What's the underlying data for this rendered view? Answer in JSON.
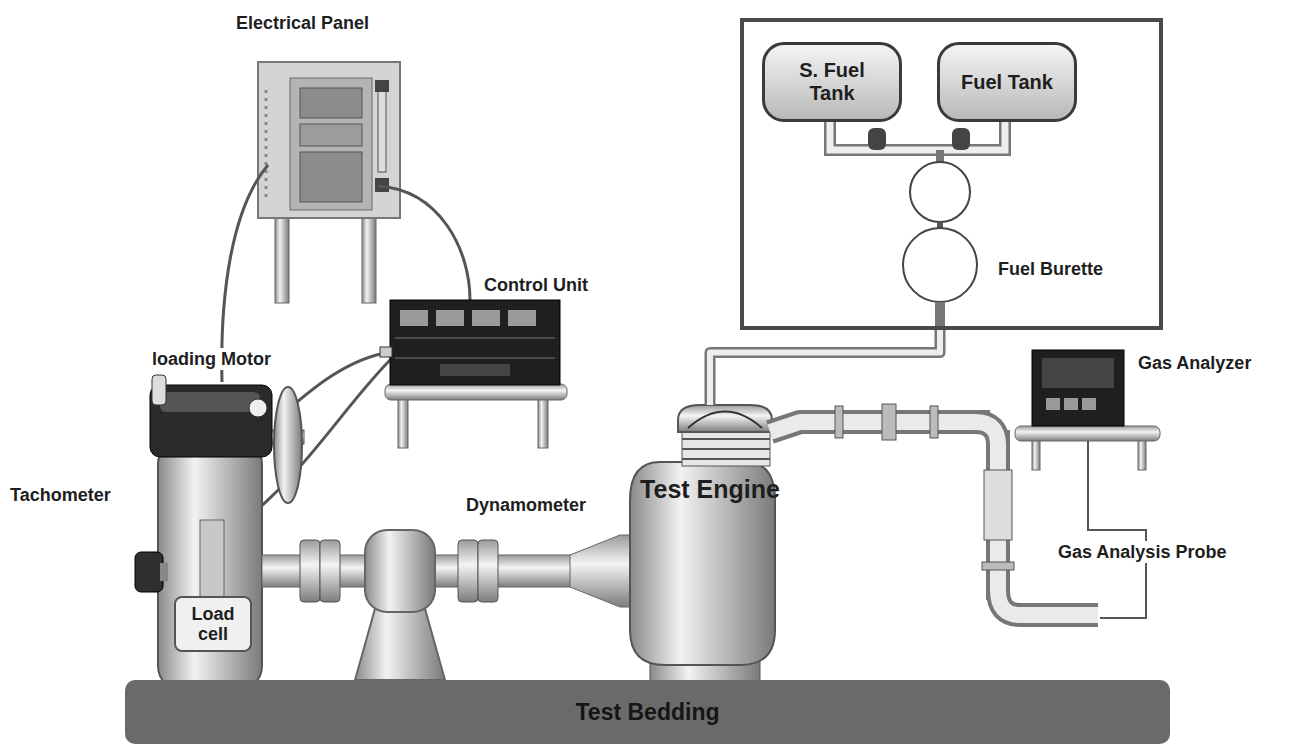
{
  "diagram": {
    "nodes": [
      {
        "text": [
          "Fuel Burette"
        ]
      },
      {
        "text": [
          "S. Fuel Tank"
        ],
        "in": 0
      },
      {
        "text": [
          "Fuel Tank"
        ],
        "in": 0
      },
      {
        "text": [
          "Test Engine"
        ]
      },
      {
        "text": [
          "Load cell"
        ]
      },
      {
        "text": [
          "Test Bedding"
        ]
      }
    ],
    "edges": [
      {
        "from": 0,
        "to": 3,
        "arrow": "none"
      }
    ],
    "labels": [
      "Electrical Panel",
      "Control Unit",
      "loading Motor",
      "Tachometer",
      "Dynamometer",
      "Gas Analyzer",
      "Gas Analysis Probe"
    ]
  }
}
